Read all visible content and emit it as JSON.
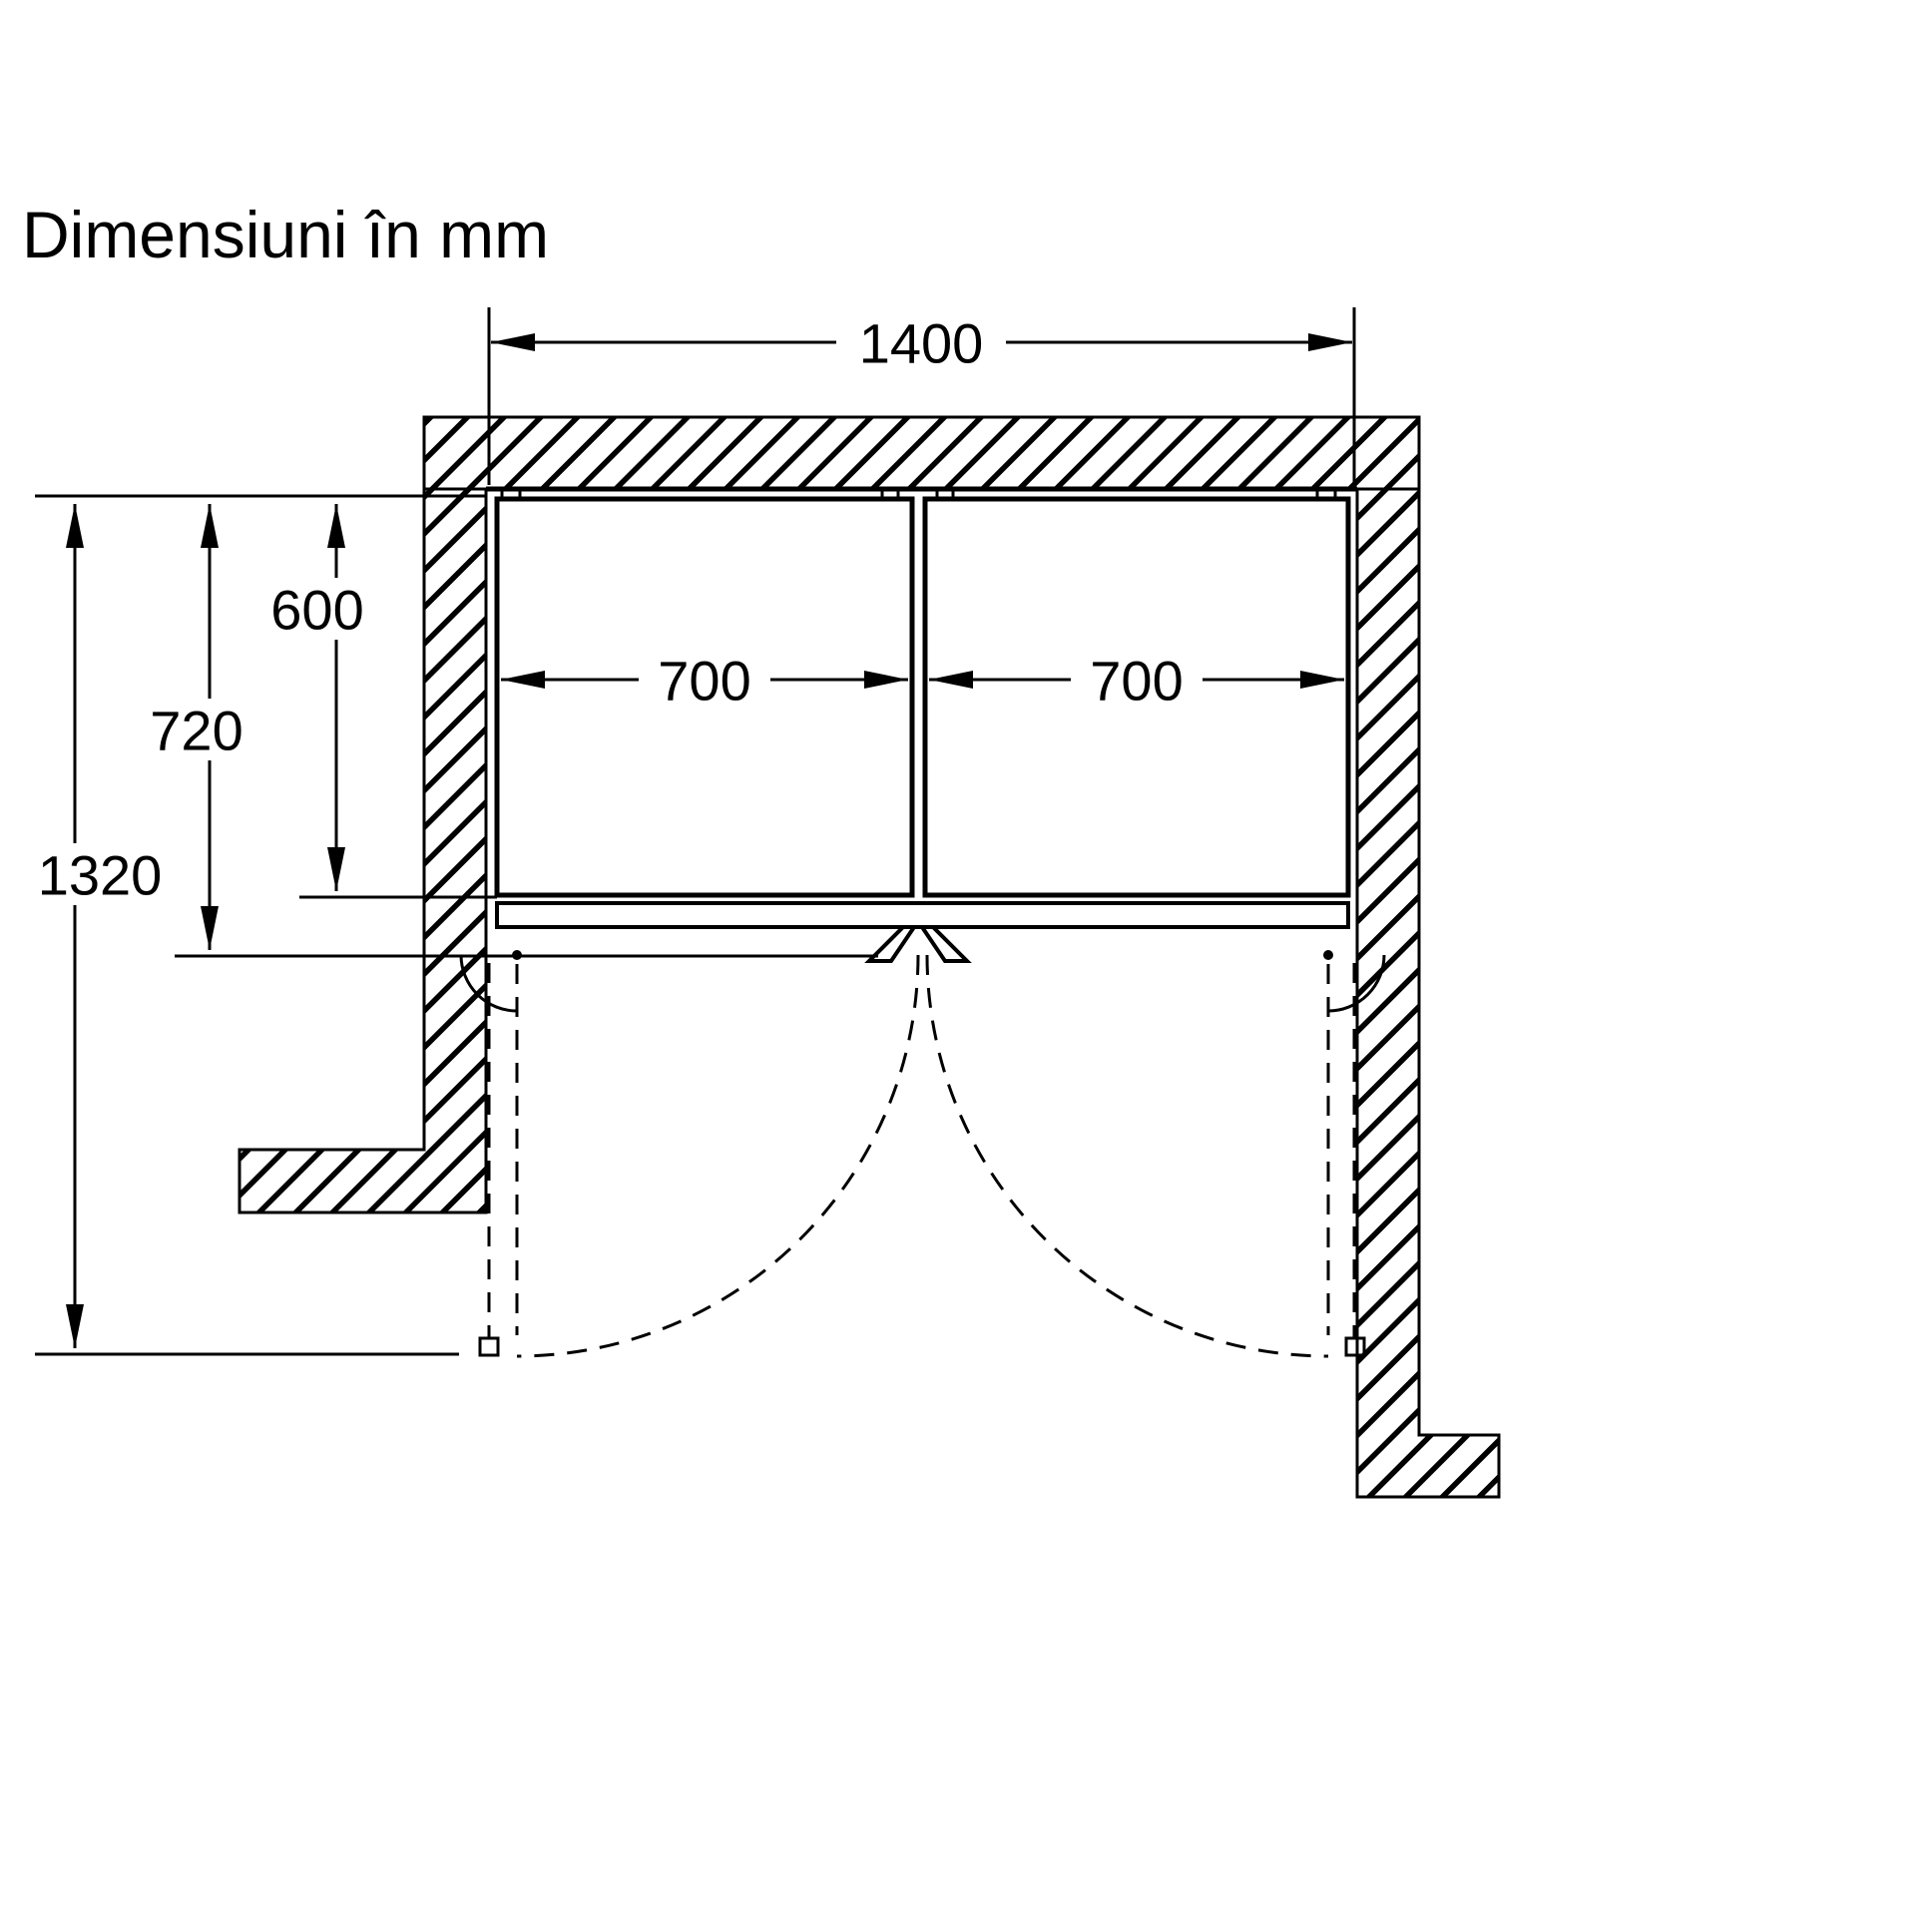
{
  "title": "Dimensiuni în mm",
  "unit": "mm",
  "dimensions": {
    "niche_width": "1400",
    "door_left_width": "700",
    "door_right_width": "700",
    "appliance_depth": "600",
    "total_depth": "720",
    "open_door_depth": "1320"
  },
  "colors": {
    "line": "#000000",
    "background": "#ffffff"
  }
}
